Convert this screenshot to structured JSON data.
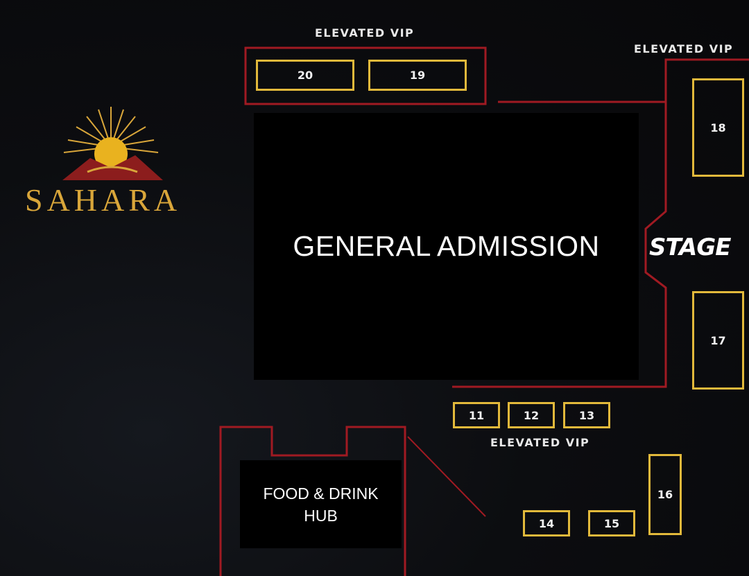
{
  "venue": {
    "logo_text": "SAHARA",
    "general_admission": "GENERAL ADMISSION",
    "stage": "STAGE",
    "food_hub_line1": "FOOD & DRINK",
    "food_hub_line2": "HUB"
  },
  "vip_labels": {
    "top": "ELEVATED VIP",
    "right": "ELEVATED VIP",
    "bottom": "ELEVATED VIP"
  },
  "booths": {
    "b20": "20",
    "b19": "19",
    "b18": "18",
    "b17": "17",
    "b11": "11",
    "b12": "12",
    "b13": "13",
    "b14": "14",
    "b15": "15",
    "b16": "16"
  },
  "colors": {
    "booth_outline": "#e2b93b",
    "vip_frame": "#a01a22",
    "logo_gold": "#d9a63a",
    "background": "#0a0a0b"
  }
}
